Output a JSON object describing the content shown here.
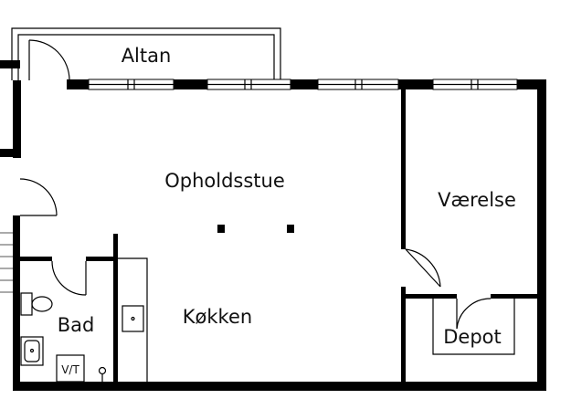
{
  "rooms": {
    "altan": "Altan",
    "opholdsstue": "Opholdsstue",
    "vaerelse": "Værelse",
    "koekken": "Køkken",
    "bad": "Bad",
    "depot": "Depot"
  },
  "fixtures": {
    "vt": "V/T"
  },
  "colors": {
    "wall": "#000000",
    "background": "#ffffff"
  }
}
